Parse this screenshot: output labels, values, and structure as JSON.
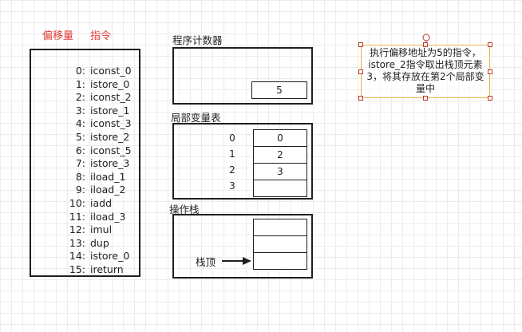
{
  "headers": {
    "offset": "偏移量",
    "instruction": "指令"
  },
  "instructions": [
    {
      "offset": "0:",
      "op": "iconst_0"
    },
    {
      "offset": "1:",
      "op": "istore_0"
    },
    {
      "offset": "2:",
      "op": "iconst_2"
    },
    {
      "offset": "3:",
      "op": "istore_1"
    },
    {
      "offset": "4:",
      "op": "iconst_3"
    },
    {
      "offset": "5:",
      "op": "istore_2"
    },
    {
      "offset": "6:",
      "op": "iconst_5"
    },
    {
      "offset": "7:",
      "op": "istore_3"
    },
    {
      "offset": "8:",
      "op": "iload_1"
    },
    {
      "offset": "9:",
      "op": "iload_2"
    },
    {
      "offset": "10:",
      "op": "iadd"
    },
    {
      "offset": "11:",
      "op": "iload_3"
    },
    {
      "offset": "12:",
      "op": "imul"
    },
    {
      "offset": "13:",
      "op": "dup"
    },
    {
      "offset": "14:",
      "op": "istore_0"
    },
    {
      "offset": "15:",
      "op": "ireturn"
    }
  ],
  "pc": {
    "title": "程序计数器",
    "value": "5"
  },
  "locals": {
    "title": "局部变量表",
    "indices": [
      "0",
      "1",
      "2",
      "3"
    ],
    "values": [
      "0",
      "2",
      "3",
      ""
    ]
  },
  "stack": {
    "title": "操作栈",
    "top_label": "栈顶"
  },
  "note": {
    "text": "执行偏移地址为5的指令，istore_2指令取出栈顶元素3，将其存放在第2个局部变量中"
  },
  "colors": {
    "header": "#e53935",
    "note_border": "#e8b24a",
    "handle": "#c0392b"
  }
}
